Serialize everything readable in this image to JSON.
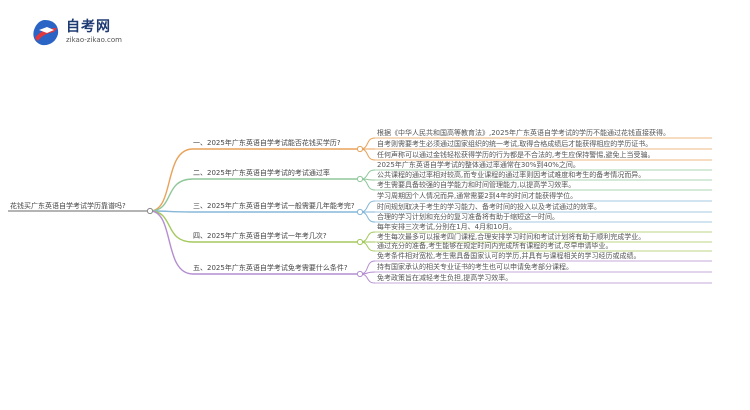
{
  "logo": {
    "title": "自考网",
    "url": "zikao-zikao.com",
    "badge_icon": "graduation-cap-icon"
  },
  "root": {
    "label": "花钱买广东英语自学考试学历靠谱吗?"
  },
  "branches": [
    {
      "label": "一、2025年广东英语自学考试能否花钱买学历?",
      "color": "#e8a25a",
      "leaves": [
        "根据《中华人民共和国高等教育法》,2025年广东英语自学考试的学历不能通过花钱直接获得。",
        "自考则需要考生必须通过国家组织的统一考试,取得合格成绩后才能获得相应的学历证书。",
        "任何声称可以通过金钱轻松获得学历的行为都是不合法的,考生应保持警惕,避免上当受骗。"
      ]
    },
    {
      "label": "二、2025年广东英语自学考试的考试通过率",
      "color": "#8fc79a",
      "leaves": [
        "2025年广东英语自学考试的整体通过率通常在30%到40%之间。",
        "公共课程的通过率相对较高,而专业课程的通过率则因考试难度和考生的备考情况而异。",
        "考生需要具备较强的自学能力和时间管理能力,以提高学习效率。"
      ]
    },
    {
      "label": "三、2025年广东英语自学考试一般需要几年能考完?",
      "color": "#86b7d8",
      "leaves": [
        "学习周期因个人情况而异,通常需要2到4年的时间才能获得学位。",
        "时间规划取决于考生的学习能力、备考时间的投入以及考试通过的效率。",
        "合理的学习计划和充分的复习准备将有助于缩短这一时间。"
      ]
    },
    {
      "label": "四、2025年广东英语自学考试一年考几次?",
      "color": "#a4c95e",
      "leaves": [
        "每年安排三次考试,分别在1月、4月和10月。",
        "考生每次最多可以报考四门课程,合理安排学习时间和考试计划将有助于顺利完成学业。",
        "通过充分的准备,考生能够在规定时间内完成所有课程的考试,尽早申请毕业。"
      ]
    },
    {
      "label": "五、2025年广东英语自学考试免考需要什么条件?",
      "color": "#b48ed0",
      "leaves": [
        "免考条件相对宽松,考生需具备国家认可的学历,并具有与课程相关的学习经历或成绩。",
        "持有国家承认的相关专业证书的考生也可以申请免考部分课程。",
        "免考政策旨在减轻考生负担,提高学习效率。"
      ]
    }
  ]
}
